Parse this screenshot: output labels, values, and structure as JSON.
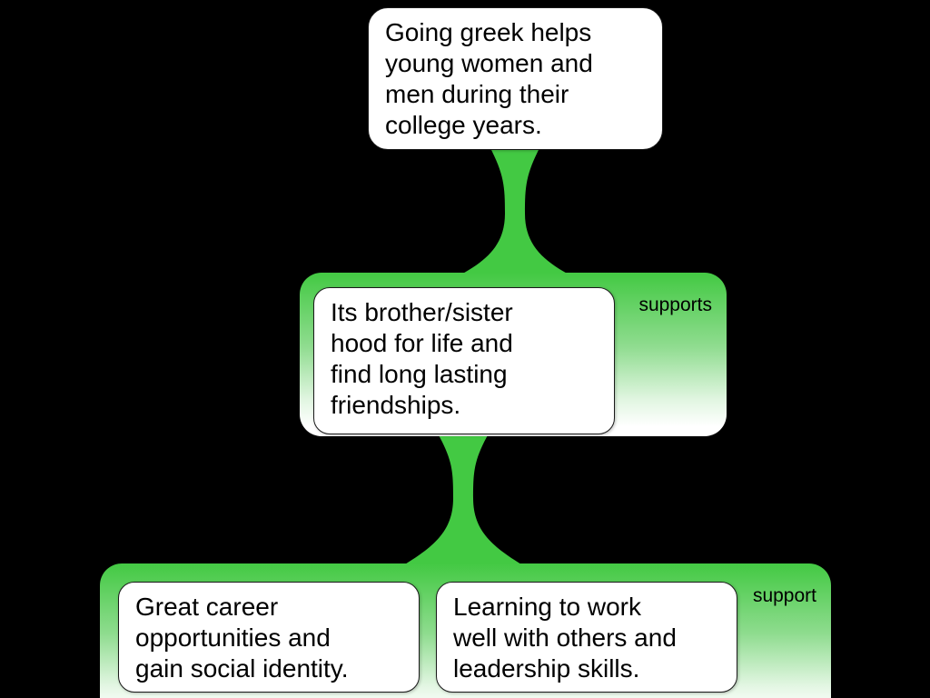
{
  "colors": {
    "background": "#000000",
    "green": "#43c943",
    "node_fill": "#ffffff",
    "text": "#000000"
  },
  "claim": {
    "text": "Going greek helps young women and men during their college years.",
    "lines": [
      "Going greek helps",
      "young women and",
      "men during their",
      "college years."
    ]
  },
  "level1": {
    "label": "supports",
    "reason": {
      "text": "Its brother/sister hood for life and find long lasting friendships.",
      "lines": [
        "Its brother/sister",
        "hood for life and",
        "find long lasting",
        "friendships."
      ]
    }
  },
  "level2": {
    "label": "support",
    "reasons": [
      {
        "text": "Great career opportunities and gain social identity.",
        "lines": [
          "Great career",
          "opportunities and",
          "gain social identity."
        ]
      },
      {
        "text": "Learning to work well with others and leadership skills.",
        "lines": [
          "Learning to work",
          "well with others and",
          "leadership skills."
        ]
      }
    ]
  }
}
